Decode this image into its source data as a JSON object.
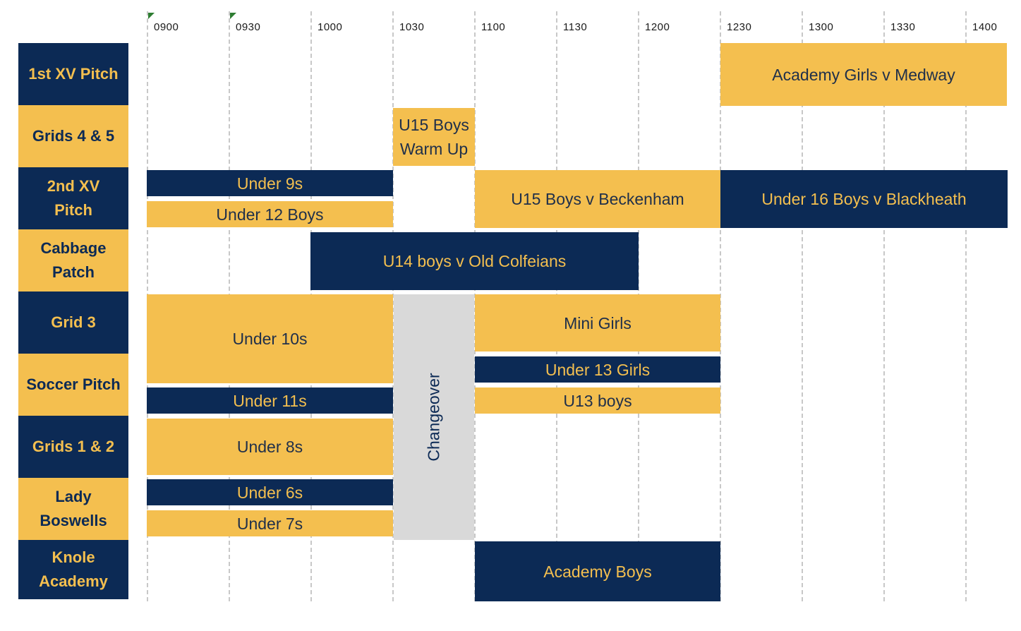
{
  "times": [
    "0900",
    "0930",
    "1000",
    "1030",
    "1100",
    "1130",
    "1200",
    "1230",
    "1300",
    "1330",
    "1400"
  ],
  "venues": [
    "1st XV Pitch",
    "Grids 4 & 5",
    "2nd XV\nPitch",
    "Cabbage\nPatch",
    "Grid 3",
    "Soccer Pitch",
    "Grids 1 & 2",
    "Lady\nBoswells",
    "Knole\nAcademy"
  ],
  "events": [
    "Academy Girls v Medway",
    "U15 Boys\nWarm Up",
    "Under 9s",
    "Under 12 Boys",
    "U15 Boys v Beckenham",
    "Under 16 Boys v Blackheath",
    "U14 boys v Old Colfeians",
    "Under 10s",
    "Mini Girls",
    "Under 13 Girls",
    "U13 boys",
    "Under 11s",
    "Under 8s",
    "Under 6s",
    "Under 7s",
    "Academy Boys"
  ],
  "changeover": "Changeover",
  "colors": {
    "navy": "#0c2a55",
    "gold": "#f4bf4f",
    "grey": "#d9d9d9"
  }
}
